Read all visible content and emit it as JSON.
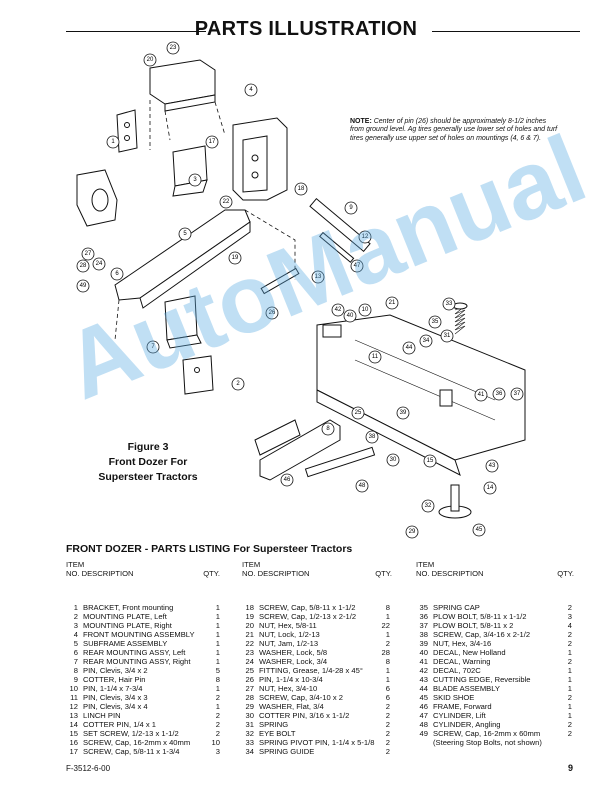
{
  "page": {
    "title": "PARTS ILLUSTRATION",
    "note_bold": "NOTE:",
    "note_text": "Center of pin (26) should be approximately 8-1/2 inches from ground level. Ag tires generally use lower set of holes and turf tires generally use upper set of holes on mountings (4, 6 & 7).",
    "figure_caption_line1": "Figure 3",
    "figure_caption_line2": "Front Dozer For",
    "figure_caption_line3": "Supersteer Tractors",
    "watermark": "AutoManual",
    "footer_code": "F-3512-6-00",
    "page_number": "9"
  },
  "callouts": [
    "23",
    "20",
    "4",
    "1",
    "17",
    "3",
    "18",
    "22",
    "9",
    "12",
    "27",
    "24",
    "5",
    "28",
    "19",
    "47",
    "13",
    "26",
    "33",
    "21",
    "10",
    "40",
    "42",
    "11",
    "34",
    "35",
    "41",
    "36",
    "37",
    "44",
    "7",
    "2",
    "25",
    "39",
    "8",
    "38",
    "30",
    "46",
    "32",
    "15",
    "14",
    "48",
    "29",
    "43",
    "6",
    "45",
    "49",
    "31"
  ],
  "listing": {
    "title": "FRONT DOZER - PARTS LISTING For Supersteer Tractors",
    "hdr_item": "ITEM",
    "hdr_no_desc": "NO. DESCRIPTION",
    "hdr_qty": "QTY.",
    "col1": [
      {
        "no": "1",
        "desc": "BRACKET, Front mounting",
        "qty": "1"
      },
      {
        "no": "2",
        "desc": "MOUNTING PLATE, Left",
        "qty": "1"
      },
      {
        "no": "3",
        "desc": "MOUNTING PLATE, Right",
        "qty": "1"
      },
      {
        "no": "4",
        "desc": "FRONT MOUNTING ASSEMBLY",
        "qty": "1"
      },
      {
        "no": "5",
        "desc": "SUBFRAME ASSEMBLY",
        "qty": "1"
      },
      {
        "no": "6",
        "desc": "REAR MOUNTING ASSY, Left",
        "qty": "1"
      },
      {
        "no": "7",
        "desc": "REAR MOUNTING ASSY, Right",
        "qty": "1"
      },
      {
        "no": "8",
        "desc": "PIN, Clevis, 3/4 x 2",
        "qty": "5"
      },
      {
        "no": "9",
        "desc": "COTTER, Hair Pin",
        "qty": "8"
      },
      {
        "no": "10",
        "desc": "PIN, 1-1/4 x 7-3/4",
        "qty": "1"
      },
      {
        "no": "11",
        "desc": "PIN, Clevis, 3/4 x 3",
        "qty": "2"
      },
      {
        "no": "12",
        "desc": "PIN, Clevis, 3/4 x 4",
        "qty": "1"
      },
      {
        "no": "13",
        "desc": "LINCH PIN",
        "qty": "2"
      },
      {
        "no": "14",
        "desc": "COTTER PIN, 1/4 x 1",
        "qty": "2"
      },
      {
        "no": "15",
        "desc": "SET SCREW, 1/2-13 x 1-1/2",
        "qty": "2"
      },
      {
        "no": "16",
        "desc": "SCREW, Cap, 16-2mm x 40mm",
        "qty": "10"
      },
      {
        "no": "17",
        "desc": "SCREW, Cap, 5/8-11 x 1-3/4",
        "qty": "3"
      }
    ],
    "col2": [
      {
        "no": "18",
        "desc": "SCREW, Cap, 5/8-11 x 1-1/2",
        "qty": "8"
      },
      {
        "no": "19",
        "desc": "SCREW, Cap, 1/2-13 x 2-1/2",
        "qty": "1"
      },
      {
        "no": "20",
        "desc": "NUT, Hex, 5/8-11",
        "qty": "22"
      },
      {
        "no": "21",
        "desc": "NUT, Lock, 1/2-13",
        "qty": "1"
      },
      {
        "no": "22",
        "desc": "NUT, Jam, 1/2-13",
        "qty": "2"
      },
      {
        "no": "23",
        "desc": "WASHER, Lock, 5/8",
        "qty": "28"
      },
      {
        "no": "24",
        "desc": "WASHER, Lock, 3/4",
        "qty": "8"
      },
      {
        "no": "25",
        "desc": "FITTING, Grease, 1/4-28 x 45°",
        "qty": "1"
      },
      {
        "no": "26",
        "desc": "PIN, 1-1/4 x 10-3/4",
        "qty": "1"
      },
      {
        "no": "27",
        "desc": "NUT, Hex, 3/4-10",
        "qty": "6"
      },
      {
        "no": "28",
        "desc": "SCREW, Cap, 3/4-10 x 2",
        "qty": "6"
      },
      {
        "no": "29",
        "desc": "WASHER, Flat, 3/4",
        "qty": "2"
      },
      {
        "no": "30",
        "desc": "COTTER PIN, 3/16 x 1-1/2",
        "qty": "2"
      },
      {
        "no": "31",
        "desc": "SPRING",
        "qty": "2"
      },
      {
        "no": "32",
        "desc": "EYE BOLT",
        "qty": "2"
      },
      {
        "no": "33",
        "desc": "SPRING PIVOT PIN, 1-1/4 x 5-1/8",
        "qty": "2"
      },
      {
        "no": "34",
        "desc": "SPRING GUIDE",
        "qty": "2"
      }
    ],
    "col3": [
      {
        "no": "35",
        "desc": "SPRING CAP",
        "qty": "2"
      },
      {
        "no": "36",
        "desc": "PLOW BOLT, 5/8-11 x 1-1/2",
        "qty": "3"
      },
      {
        "no": "37",
        "desc": "PLOW BOLT, 5/8-11 x 2",
        "qty": "4"
      },
      {
        "no": "38",
        "desc": "SCREW, Cap, 3/4-16 x 2-1/2",
        "qty": "2"
      },
      {
        "no": "39",
        "desc": "NUT, Hex, 3/4-16",
        "qty": "2"
      },
      {
        "no": "40",
        "desc": "DECAL, New Holland",
        "qty": "1"
      },
      {
        "no": "41",
        "desc": "DECAL, Warning",
        "qty": "2"
      },
      {
        "no": "42",
        "desc": "DECAL, 702C",
        "qty": "1"
      },
      {
        "no": "43",
        "desc": "CUTTING EDGE, Reversible",
        "qty": "1"
      },
      {
        "no": "44",
        "desc": "BLADE ASSEMBLY",
        "qty": "1"
      },
      {
        "no": "45",
        "desc": "SKID SHOE",
        "qty": "2"
      },
      {
        "no": "46",
        "desc": "FRAME, Forward",
        "qty": "1"
      },
      {
        "no": "47",
        "desc": "CYLINDER, Lift",
        "qty": "1"
      },
      {
        "no": "48",
        "desc": "CYLINDER, Angling",
        "qty": "2"
      },
      {
        "no": "49",
        "desc": "SCREW, Cap, 16-2mm x 60mm",
        "qty": "2"
      },
      {
        "no": "",
        "desc": "(Steering Stop Bolts, not shown)",
        "qty": ""
      }
    ]
  }
}
